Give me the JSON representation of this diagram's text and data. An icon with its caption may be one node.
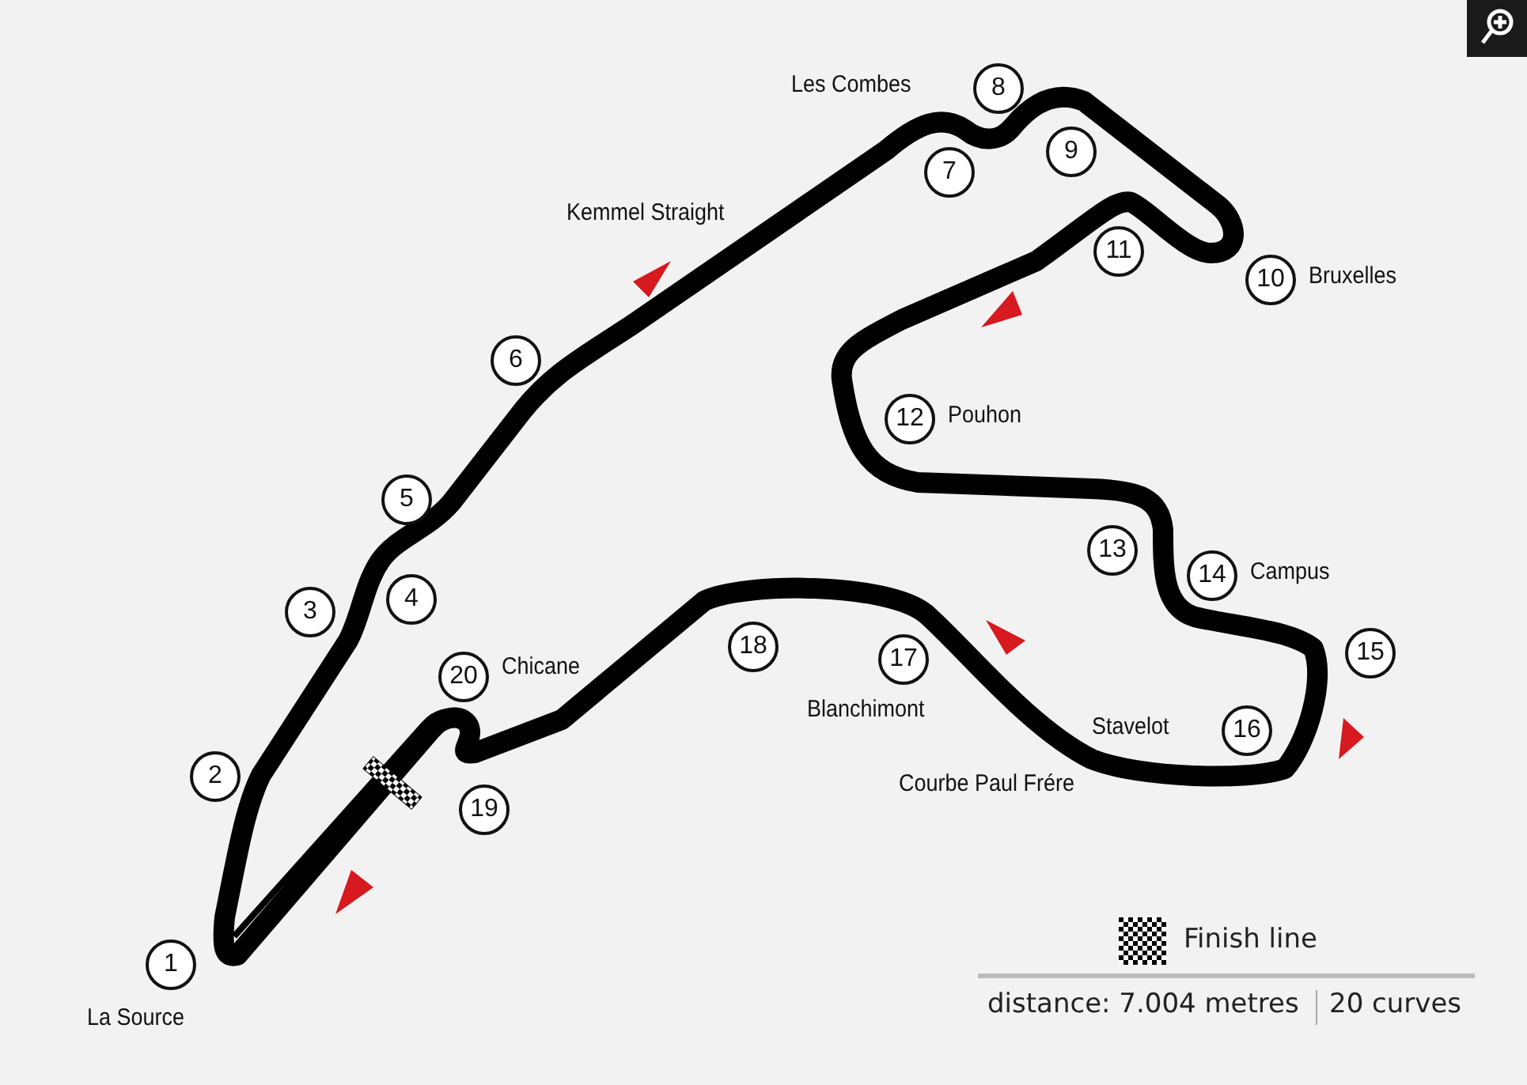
{
  "diagram": {
    "nodes": [
      {
        "text": [
          "1"
        ],
        "beside": [
          "La Source"
        ]
      },
      {
        "text": [
          "2"
        ]
      },
      {
        "text": [
          "3"
        ]
      },
      {
        "text": [
          "4"
        ]
      },
      {
        "text": [
          "5"
        ]
      },
      {
        "text": [
          "6"
        ]
      },
      {
        "text": [
          "7"
        ]
      },
      {
        "text": [
          "8"
        ],
        "beside": [
          "Les Combes"
        ]
      },
      {
        "text": [
          "9"
        ]
      },
      {
        "text": [
          "10"
        ],
        "beside": [
          "Bruxelles"
        ]
      },
      {
        "text": [
          "11"
        ]
      },
      {
        "text": [
          "12"
        ],
        "beside": [
          "Pouhon"
        ]
      },
      {
        "text": [
          "13"
        ]
      },
      {
        "text": [
          "14"
        ],
        "beside": [
          "Campus"
        ]
      },
      {
        "text": [
          "15"
        ]
      },
      {
        "text": [
          "16"
        ],
        "beside": [
          "Stavelot"
        ]
      },
      {
        "text": [
          "17"
        ],
        "beside": [
          "Blanchimont"
        ]
      },
      {
        "text": [
          "18"
        ]
      },
      {
        "text": [
          "19"
        ]
      },
      {
        "text": [
          "20"
        ],
        "beside": [
          "Chicane"
        ]
      }
    ],
    "edges": [],
    "labels": [
      "Kemmel Straight",
      "Courbe Paul Frére",
      "distance: 7.004 metres",
      "20 curves"
    ],
    "legend": [
      {
        "text": "Finish line"
      }
    ]
  }
}
